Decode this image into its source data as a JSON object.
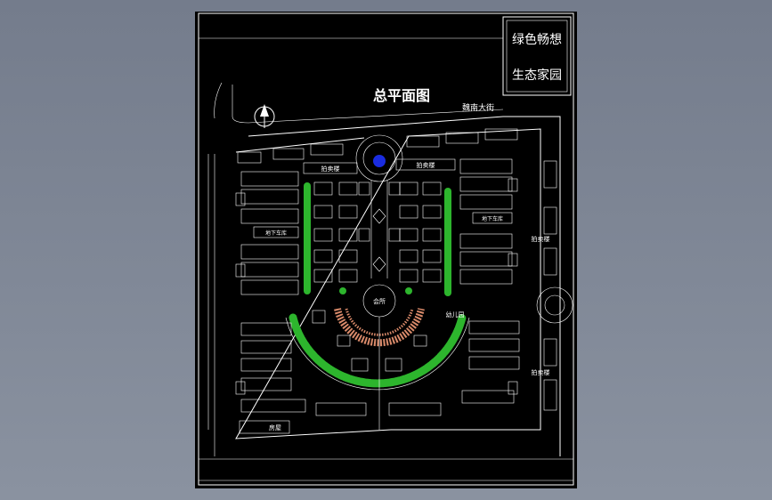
{
  "drawing": {
    "title": "总平面图",
    "title_block": {
      "line1": "绿色畅想",
      "line2": "生态家园"
    },
    "street_label": "魏南大街",
    "labels": {
      "shop_top_left": "拍卖楼",
      "shop_top_right": "拍卖楼",
      "garage_left": "地下车库",
      "garage_right": "地下车库",
      "shop_right_mid": "拍卖楼",
      "shop_right_low": "拍卖楼",
      "club": "会所",
      "kindergarten": "幼儿园",
      "room_bottom_left": "房屋"
    },
    "colors": {
      "viewport_bg": "#7c8494",
      "sheet_bg": "#000000",
      "line": "#ffffff",
      "trees": "#2db52d",
      "plaza": "#d98a6a",
      "fountain": "#1a2ce0"
    },
    "icons": [
      "north-arrow-icon"
    ]
  }
}
